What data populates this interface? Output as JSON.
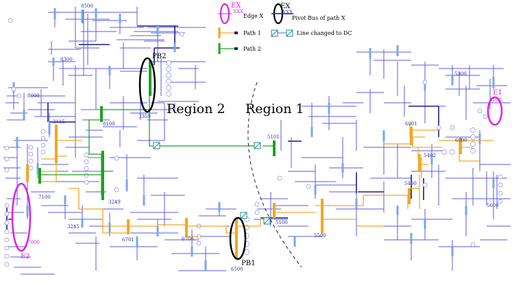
{
  "legend": {
    "edge_code_top": "EX",
    "edge_code_bottom": "XXX",
    "edge_label": "Edge X",
    "pivot_code_top": "EX",
    "pivot_code_bottom": "XXX",
    "pivot_label": "Pivot Bus of path X",
    "path1_label": "Path 1",
    "dc_label": "Line changed to DC",
    "path2_label": "Path 2"
  },
  "regions": {
    "region2": "Region 2",
    "region1": "Region 1"
  },
  "markers": {
    "pb1": "PB1",
    "pb2": "PB2",
    "e1_name": "E1",
    "e1_bus": "5100",
    "e2_name": "E2",
    "e2_bus": "7000"
  },
  "buses": {
    "b8500": "8500",
    "b8300": "8300",
    "b8000": "8000",
    "b8100": "8100",
    "b3359": "3359",
    "b3115": "3115",
    "b3249": "3249",
    "b7100": "7100",
    "b3245": "3245",
    "b6701": "6701",
    "b6700": "6700",
    "b6500": "6500",
    "b5101": "5101",
    "b5100": "5100",
    "b5500": "5500",
    "b5400": "5400",
    "b5402": "5402",
    "b6001": "6001",
    "b6000": "6000",
    "b5300": "5300",
    "b5600": "5600"
  },
  "colors": {
    "network": "#5a5ae6",
    "network_dark": "#1a1a8c",
    "path1": "#f5a623",
    "path2": "#22a022",
    "edge_marker": "#e020e0",
    "pivot_marker": "#000000",
    "dc_box": "#1f8a8a"
  }
}
